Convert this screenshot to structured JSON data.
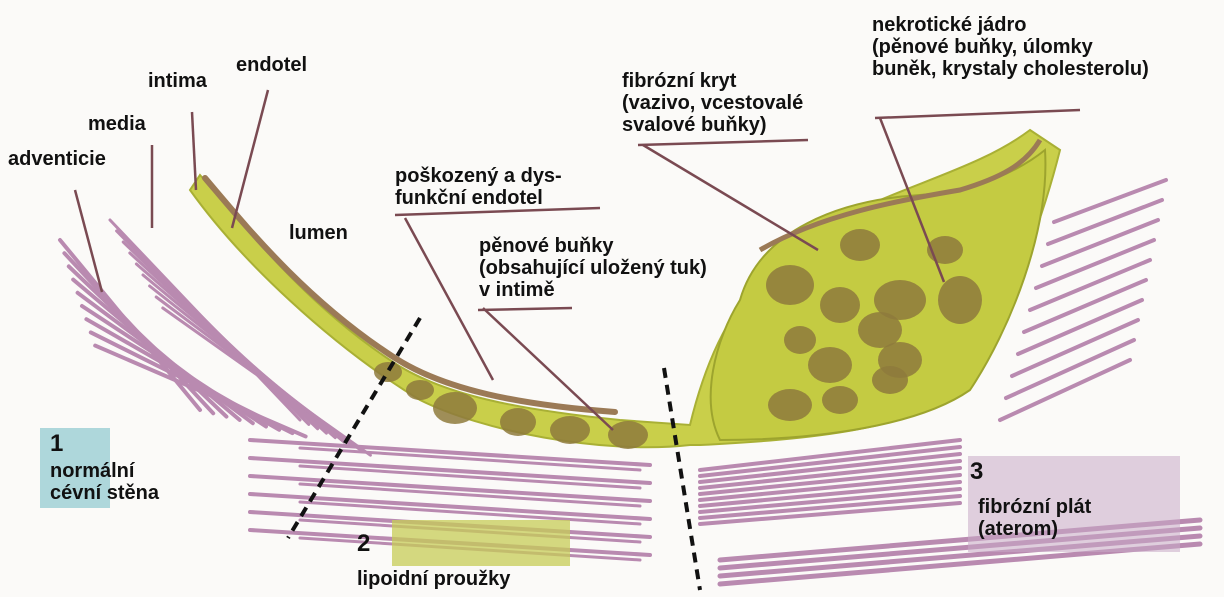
{
  "labels": {
    "adventicie": "adventicie",
    "media": "media",
    "intima": "intima",
    "endotel": "endotel",
    "lumen": "lumen",
    "damaged_endothelium": [
      "poškozený a dys-",
      "funkční endotel"
    ],
    "foam_cells": [
      "pěnové buňky",
      "(obsahující uložený tuk)",
      "v intimě"
    ],
    "fibrous_cap": [
      "fibrózní kryt",
      "(vazivo, vcestovalé",
      "svalové buňky)"
    ],
    "necrotic_core": [
      "nekrotické jádro",
      "(pěnové buňky, úlomky",
      "buněk, krystaly cholesterolu)"
    ]
  },
  "panels": [
    {
      "number": "1",
      "lines": [
        "normální",
        "cévní stěna"
      ]
    },
    {
      "number": "2",
      "lines": [
        "lipoidní proužky"
      ]
    },
    {
      "number": "3",
      "lines": [
        "fibrózní plát",
        "(aterom)"
      ]
    }
  ],
  "colors": {
    "plaque": "#c9cf4a",
    "plaque_dark": "#a9b035",
    "nucleus": "#8e7a3c",
    "muscle": "#b98ab0",
    "endothelium": "#9b7a56",
    "leader": "#7a4a52",
    "panel1_box": "#6fb9c2",
    "panel2_box": "#c7cc57",
    "panel3_box": "#c9a9c6"
  }
}
